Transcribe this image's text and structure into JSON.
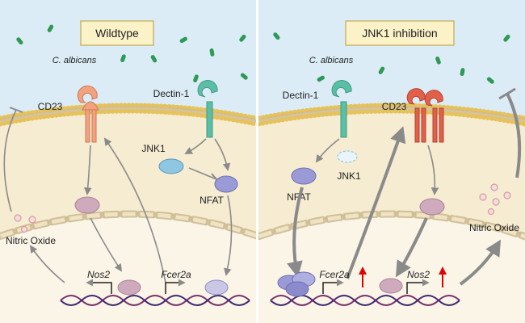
{
  "colors": {
    "background": "#ffffff",
    "extracellular": "#dcecf6",
    "cytoplasm": "#f6ecd2",
    "nucleus": "#fbf5e8",
    "membrane_head": "#e6c25a",
    "title_box": "#fbf2c8",
    "fungus": "#2e9a55",
    "cd23": "#f2a27e",
    "cd23_upregulated": "#e2604a",
    "dectin1": "#5bbfa6",
    "jnk1": "#8fc7e2",
    "nfat": "#9a9ad6",
    "nos2_protein": "#cfaabd",
    "no_dot": "#d89aa0",
    "arrow": "#8a8a8a",
    "dna_strand1": "#7a2f6b",
    "dna_strand2": "#3f2a70",
    "up_arrow": "#e00000"
  },
  "panels": [
    {
      "title": "Wildtype",
      "pathogen": "C. albicans",
      "receptor_cd23": "CD23",
      "receptor_dectin": "Dectin-1",
      "kinase": "JNK1",
      "transcription_factor": "NFAT",
      "product": "Nitric Oxide",
      "gene_nos2": "Nos2",
      "gene_fcer2a": "Fcer2a"
    },
    {
      "title": "JNK1 inhibition",
      "pathogen": "C. albicans",
      "receptor_cd23": "CD23",
      "receptor_dectin": "Dectin-1",
      "kinase": "JNK1",
      "transcription_factor": "NFAT",
      "product": "Nitric Oxide",
      "gene_nos2": "Nos2",
      "gene_fcer2a": "Fcer2a"
    }
  ]
}
